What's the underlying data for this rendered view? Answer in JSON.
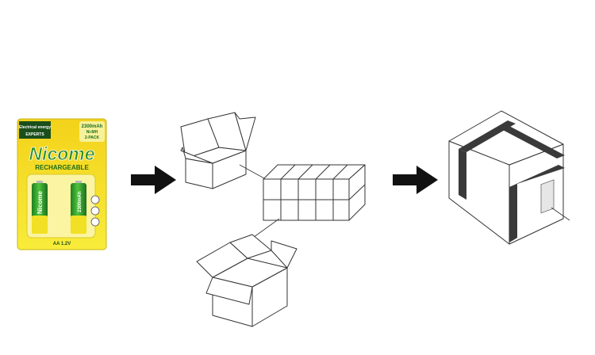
{
  "package": {
    "brand": "Nicome",
    "subtitle": "RECHARGEABLE",
    "capacity": "2300mAh",
    "chemistry": "Ni-MH",
    "pack": "2-PACK",
    "badge_line1": "Electrical energy",
    "badge_line2": "EXPERTS",
    "cell_brand": "Nicome",
    "spec": "AA 1.2V",
    "colors": {
      "card": "#f6e51a",
      "green": "#2f9a2a",
      "dark_green": "#1b6d1d",
      "badge": "#1a4f1c"
    }
  },
  "icons": [
    "flow-arrow-icon",
    "open-box-icon",
    "battery-pack-block-icon",
    "sealed-carton-icon"
  ]
}
